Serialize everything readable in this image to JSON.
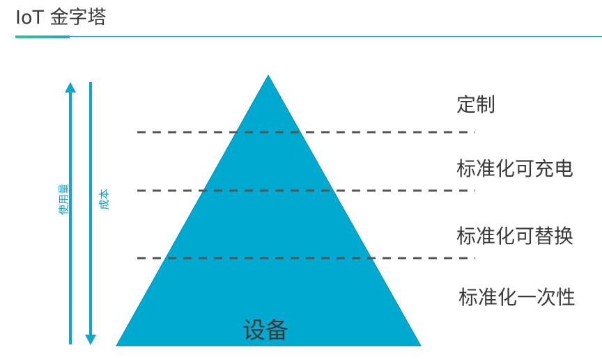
{
  "header": {
    "title": "IoT 金字塔"
  },
  "pyramid": {
    "base_label": "设备",
    "tiers": [
      {
        "label": "定制"
      },
      {
        "label": "标准化可充电"
      },
      {
        "label": "标准化可替换"
      },
      {
        "label": "标准化一次性"
      }
    ]
  },
  "axes": {
    "usage_label": "使用量",
    "cost_label": "成本"
  },
  "colors": {
    "pyramid_fill": "#00a9cf",
    "arrow": "#12a5cc",
    "divider": "#555555",
    "accent_green": "#3cbf8f",
    "accent_blue": "#2aa3c8"
  }
}
